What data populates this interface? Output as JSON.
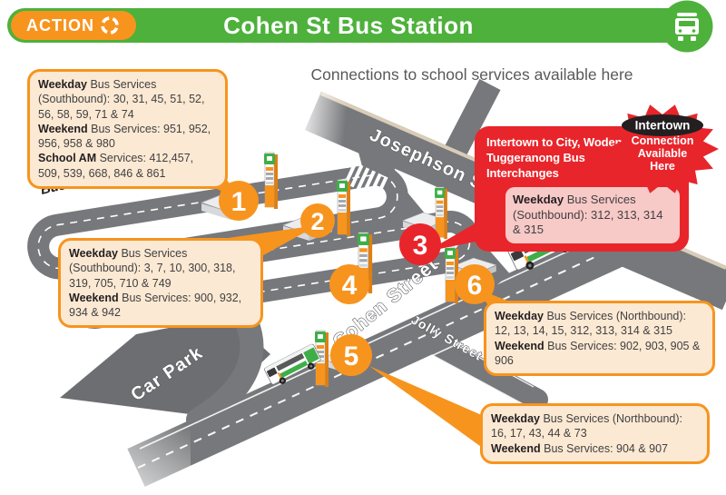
{
  "header": {
    "logo_text": "ACTION",
    "title": "Cohen St Bus Station"
  },
  "subtitle": "Connections to school services available here",
  "streets": {
    "josephson": "Josephson Street",
    "cohen": "Cohen Street",
    "jolly": "Jolly Street"
  },
  "areas": {
    "bus_depot": "Bus Depot",
    "car_park": "Car Park"
  },
  "stops": [
    {
      "number": "1",
      "color": "#F7941E"
    },
    {
      "number": "2",
      "color": "#F7941E"
    },
    {
      "number": "3",
      "color": "#E8252B"
    },
    {
      "number": "4",
      "color": "#F7941E"
    },
    {
      "number": "5",
      "color": "#F7941E"
    },
    {
      "number": "6",
      "color": "#F7941E"
    }
  ],
  "callouts": {
    "stop1": {
      "segments": [
        {
          "bold": "Weekday",
          "text": " Bus Services (Southbound): 30, 31, 45, 51, 52, 56, 58, 59, 71 & 74"
        },
        {
          "bold": "Weekend",
          "text": " Bus Services: 951, 952, 956, 958 & 980"
        },
        {
          "bold": "School AM",
          "text": " Services: 412,457, 509, 539, 668, 846 & 861"
        }
      ]
    },
    "stop2": {
      "segments": [
        {
          "bold": "Weekday",
          "text": " Bus Services (Southbound): 3, 7, 10, 300, 318, 319, 705, 710 & 749"
        },
        {
          "bold": "Weekend",
          "text": " Bus Services: 900, 932, 934 & 942"
        }
      ]
    },
    "stop6": {
      "segments": [
        {
          "bold": "Weekday",
          "text": " Bus Services (Northbound): 12, 13, 14, 15, 312, 313, 314 & 315"
        },
        {
          "bold": "Weekend",
          "text": " Bus Services: 902, 903, 905 & 906"
        }
      ]
    },
    "stop5": {
      "segments": [
        {
          "bold": "Weekday",
          "text": " Bus Services (Northbound): 16, 17, 43, 44 & 73"
        },
        {
          "bold": "Weekend",
          "text": " Bus Services: 904 & 907"
        }
      ]
    }
  },
  "intertown": {
    "heading": "Intertown to City, Woden & Tuggeranong Bus Interchanges",
    "segments": [
      {
        "bold": "Weekday",
        "text": " Bus Services (Southbound): 312, 313, 314 & 315"
      }
    ],
    "badge": {
      "title": "Intertown",
      "line1": "Connection",
      "line2": "Available",
      "line3": "Here"
    }
  },
  "colors": {
    "brand_green": "#4EB13C",
    "brand_orange": "#F7941E",
    "callout_fill": "#FCE9D3",
    "intertown_red": "#E8252B",
    "intertown_pink": "#F7C9C7",
    "road_gray": "#77787B",
    "car_park_gray": "#6D6E71",
    "text_dark": "#414042"
  }
}
